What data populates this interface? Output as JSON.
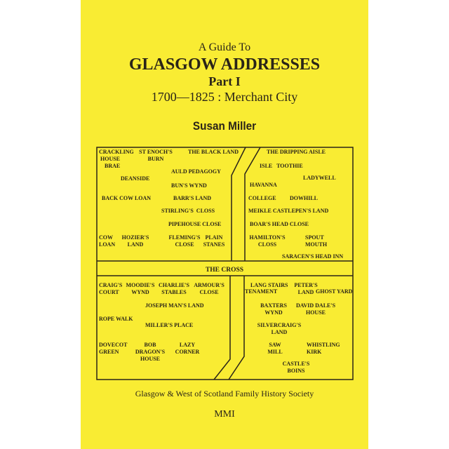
{
  "cover": {
    "background_color": "#f9ec33",
    "subtitle_top": "A Guide To",
    "title": "GLASGOW ADDRESSES",
    "part": "Part I",
    "period": "1700—1825 : Merchant City",
    "author": "Susan Miller",
    "publisher": "Glasgow & West of Scotland Family History Society",
    "year": "MMI"
  },
  "map": {
    "center_label": "THE CROSS",
    "labels": [
      "CRACKLING\n HOUSE\n    BRAE",
      "ST ENOCH'S\nBURN",
      "THE BLACK LAND",
      "AULD PEDAGOGY",
      "DEANSIDE",
      "BUN'S WYND",
      "BACK COW LOAN",
      "BARR'S LAND",
      "STIRLING'S  CLOSS",
      "PIPEHOUSE CLOSE",
      "COW\nLOAN",
      "HOZIER'S\nLAND",
      "FLEMING'S\nCLOSE",
      "PLAIN\nSTANES",
      "THE DRIPPING AISLE",
      "ISLE   TOOTHIE",
      "LADYWELL",
      "HAVANNA",
      "COLLEGE",
      "DOWHILL",
      "MEIKLE CASTLEPEN'S LAND",
      "BOAR'S HEAD CLOSE",
      "HAMILTON'S\nCLOSS",
      "SPOUT\nMOUTH",
      "SARACEN'S HEAD INN",
      "CRAIG'S\nCOURT",
      "MOODIE'S\nWYND",
      "CHARLIE'S\nSTABLES",
      "ARMOUR'S\nCLOSE",
      "JOSEPH MAN'S LAND",
      "ROPE WALK",
      "MILLER'S PLACE",
      "DOVECOT\nGREEN",
      "BOB\nDRAGON'S\nHOUSE",
      "LAZY\nCORNER",
      "LANG STAIRS",
      "TENAMENT",
      "PETER'S\nLAND",
      "GHOST YARD",
      "BAXTERS\nWYND",
      "DAVID DALE'S\nHOUSE",
      "SILVERCRAIG'S\nLAND",
      "SAW\nMILL",
      "WHISTLING\nKIRK",
      "CASTLE'S\nBOINS"
    ]
  }
}
